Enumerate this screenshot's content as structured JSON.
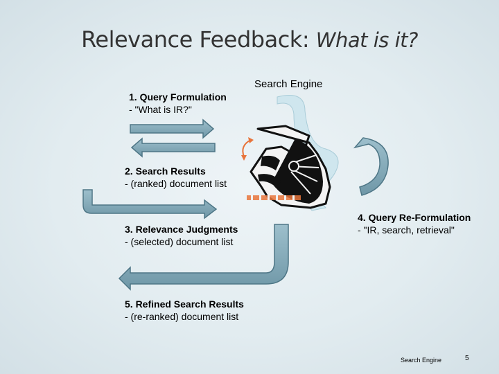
{
  "title": {
    "main": "Relevance Feedback:",
    "sub": "What is it?"
  },
  "engine_label": "Search Engine",
  "steps": [
    {
      "head": "1. Query Formulation",
      "detail": "- \"What is IR?\""
    },
    {
      "head": "2. Search Results",
      "detail": "- (ranked) document list"
    },
    {
      "head": "3. Relevance Judgments",
      "detail": "- (selected) document list"
    },
    {
      "head": "4. Query Re-Formulation",
      "detail": "- \"IR, search, retrieval\""
    },
    {
      "head": "5. Refined Search Results",
      "detail": "- (re-ranked) document list"
    }
  ],
  "footer": {
    "text": "Search Engine",
    "page": "5"
  },
  "colors": {
    "arrow_fill": "#7fa6b5",
    "arrow_stroke": "#4e7686",
    "title": "#333333",
    "accent_orange": "#e8743b"
  },
  "icons": [
    "satellite-dish-icon",
    "rotation-arrow-icon"
  ]
}
